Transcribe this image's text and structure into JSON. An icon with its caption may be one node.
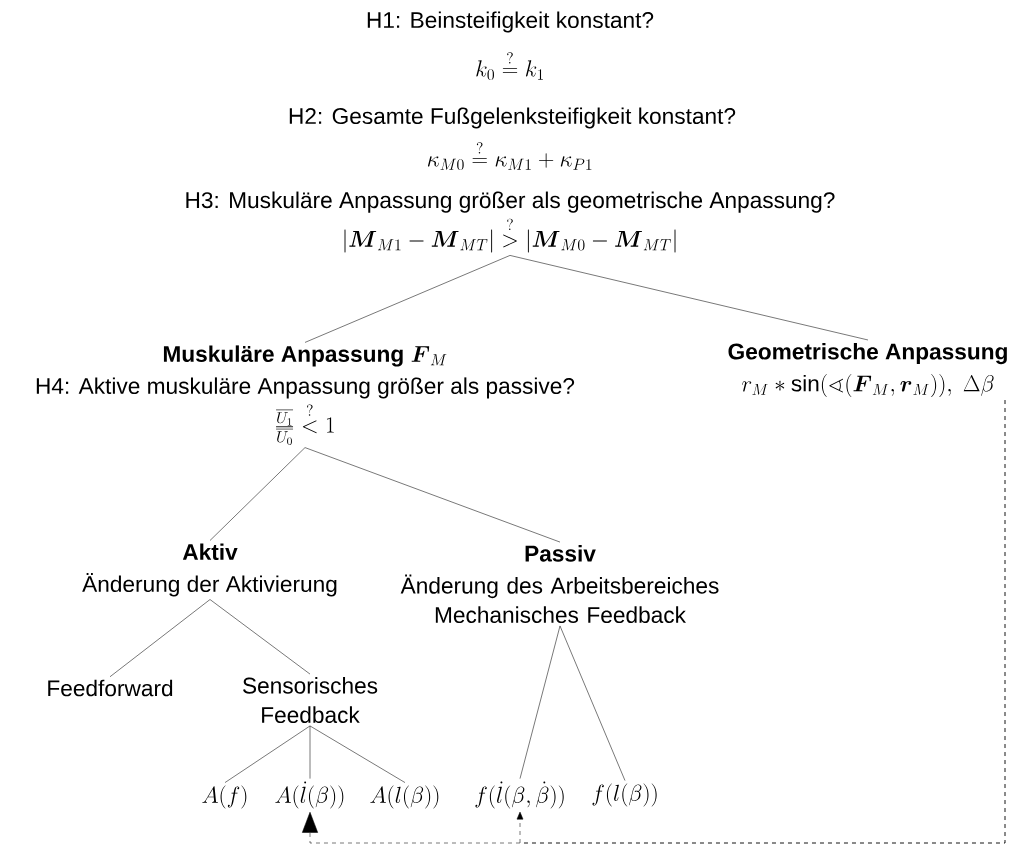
{
  "diagram": {
    "nodes": [
      {
        "text": [
          "H3: Muskuläre Anpassung größer als geometrische Anpassung?",
          "\\left|\\boldsymbol{M}_{M1}-\\boldsymbol{M}_{MT}\\right|\\overset{?}{>}\\left|\\boldsymbol{M}_{M0}-\\boldsymbol{M}_{MT}\\right|"
        ]
      },
      {
        "text": [
          "Muskuläre Anpassung",
          "\\boldsymbol{F}_{M}",
          "H4: Aktive muskuläre Anpassung größer als passive?",
          "\\frac{\\overline{U_1}}{\\overline{U_0}}\\overset{?}{<}1"
        ]
      },
      {
        "text": [
          "Geometrische Anpassung",
          "r_M\\ast\\sin(\\sphericalangle(\\boldsymbol{F}_M,\\boldsymbol{r}_M)),\\ \\Delta\\beta"
        ]
      },
      {
        "text": [
          "Aktiv",
          "Änderung der Aktivierung"
        ]
      },
      {
        "text": [
          "Passiv",
          "Änderung des Arbeitsbereiches Mechanisches Feedback"
        ]
      },
      {
        "text": [
          "Feedforward"
        ]
      },
      {
        "text": [
          "Sensorisches Feedback"
        ]
      },
      {
        "text": [
          "A(f)"
        ]
      },
      {
        "text": [
          "A(\\dot{l}(\\beta))"
        ]
      },
      {
        "text": [
          "A(l(\\beta))"
        ]
      },
      {
        "text": [
          "f(\\dot{l}(\\beta,\\dot{\\beta}))"
        ]
      },
      {
        "text": [
          "f(l(\\beta))"
        ]
      }
    ],
    "edges": [
      {
        "from": 0,
        "to": 1,
        "arrow": "none"
      },
      {
        "from": 0,
        "to": 2,
        "arrow": "none"
      },
      {
        "from": 1,
        "to": 3,
        "arrow": "none"
      },
      {
        "from": 1,
        "to": 4,
        "arrow": "none"
      },
      {
        "from": 3,
        "to": 5,
        "arrow": "none"
      },
      {
        "from": 3,
        "to": 6,
        "arrow": "none"
      },
      {
        "from": 6,
        "to": 7,
        "arrow": "none"
      },
      {
        "from": 6,
        "to": 8,
        "arrow": "none"
      },
      {
        "from": 6,
        "to": 9,
        "arrow": "none"
      },
      {
        "from": 4,
        "to": 10,
        "arrow": "none"
      },
      {
        "from": 4,
        "to": 11,
        "arrow": "none"
      },
      {
        "from": 2,
        "to": 8,
        "arrow": "to",
        "style": "dashed"
      },
      {
        "from": 2,
        "to": 10,
        "arrow": "to",
        "style": "dashed"
      }
    ],
    "labels": [
      "H1: Beinsteifigkeit konstant?",
      "k_0\\overset{?}{=}k_1",
      "H2: Gesamte Fußgelenksteifigkeit konstant?",
      "\\kappa_{M0}\\overset{?}{=}\\kappa_{M1}+\\kappa_{P1}"
    ]
  }
}
